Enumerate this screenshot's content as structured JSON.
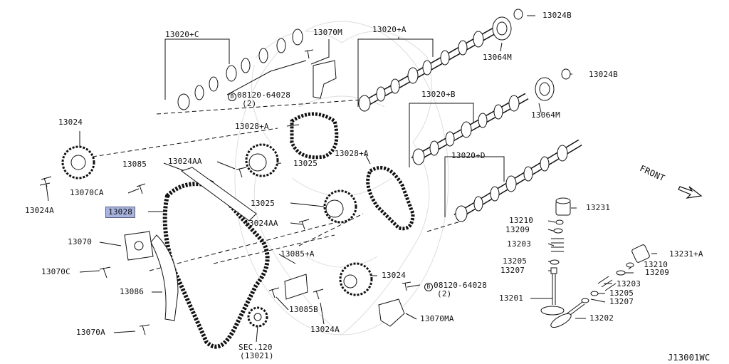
{
  "diagram": {
    "drawing_code": "J13001WC",
    "front_label": "FRONT",
    "highlight_color": "#a9b4de",
    "labels": {
      "l13020c": "13020+C",
      "l13070m": "13070M",
      "l13020a": "13020+A",
      "l13024b_1": "13024B",
      "l13024b_2": "13024B",
      "l13064m_1": "13064M",
      "l13064m_2": "13064M",
      "l08120_1": "08120-64028",
      "l08120_1q": "(2)",
      "l13020b": "13020+B",
      "l13028a_1": "13028+A",
      "l13024_1": "13024",
      "l13028a_2": "13028+A",
      "l13020d": "13020+D",
      "l13085": "13085",
      "l13024aa_1": "13024AA",
      "l13025_1": "13025",
      "l13070ca": "13070CA",
      "l13024a_1": "13024A",
      "l13028": "13028",
      "l13025_2": "13025",
      "l13231": "13231",
      "l13210_1": "13210",
      "l13209_1": "13209",
      "l13024aa_2": "13024AA",
      "l13070": "13070",
      "l13203_1": "13203",
      "l13085a": "13085+A",
      "l13231a": "13231+A",
      "l13205_1": "13205",
      "l13210_2": "13210",
      "l13207_1": "13207",
      "l13209_2": "13209",
      "l13070c": "13070C",
      "l13024_2": "13024",
      "l13203_2": "13203",
      "l08120_2": "08120-64028",
      "l08120_2q": "(2)",
      "l13086": "13086",
      "l13205_2": "13205",
      "l13201": "13201",
      "l13207_2": "13207",
      "l13085b": "13085B",
      "l13070ma": "13070MA",
      "l13202": "13202",
      "l13024a_2": "13024A",
      "l13070a": "13070A",
      "lsec": "SEC.120",
      "lsecq": "(13021)",
      "circled_b": "B"
    }
  }
}
